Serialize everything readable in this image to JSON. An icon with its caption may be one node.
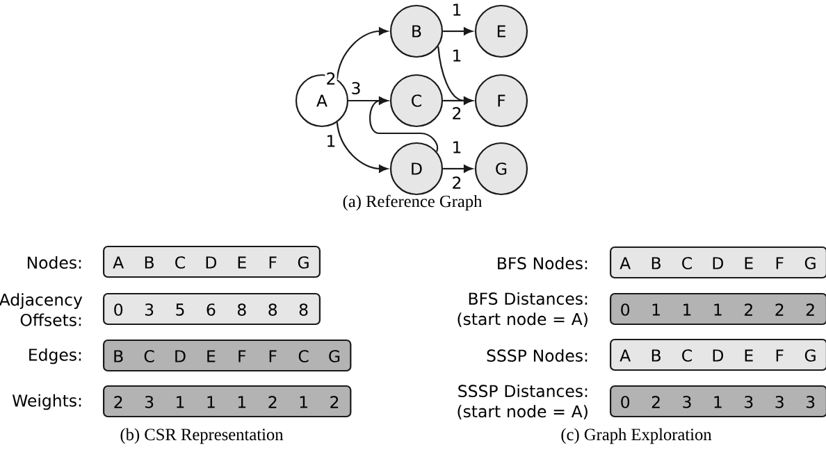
{
  "diagram": {
    "nodes": [
      {
        "text": [
          "A"
        ]
      },
      {
        "text": [
          "B"
        ]
      },
      {
        "text": [
          "C"
        ]
      },
      {
        "text": [
          "D"
        ]
      },
      {
        "text": [
          "E"
        ]
      },
      {
        "text": [
          "F"
        ]
      },
      {
        "text": [
          "G"
        ]
      },
      {
        "text": [
          "A",
          "B",
          "C",
          "D",
          "E",
          "F",
          "G"
        ],
        "beside": [
          "Nodes:"
        ]
      },
      {
        "text": [
          "0",
          "3",
          "5",
          "6",
          "8",
          "8",
          "8"
        ],
        "beside": [
          "Adjacency Offsets:"
        ]
      },
      {
        "text": [
          "B",
          "C",
          "D",
          "E",
          "F",
          "F",
          "C",
          "G"
        ],
        "beside": [
          "Edges:"
        ]
      },
      {
        "text": [
          "2",
          "3",
          "1",
          "1",
          "1",
          "2",
          "1",
          "2"
        ],
        "beside": [
          "Weights:"
        ]
      },
      {
        "text": [
          "A",
          "B",
          "C",
          "D",
          "E",
          "F",
          "G"
        ],
        "beside": [
          "BFS Nodes:"
        ]
      },
      {
        "text": [
          "0",
          "1",
          "1",
          "1",
          "2",
          "2",
          "2"
        ],
        "beside": [
          "BFS Distances: (start node = A)"
        ]
      },
      {
        "text": [
          "A",
          "B",
          "C",
          "D",
          "E",
          "F",
          "G"
        ],
        "beside": [
          "SSSP Nodes:"
        ]
      },
      {
        "text": [
          "0",
          "2",
          "3",
          "1",
          "3",
          "3",
          "3"
        ],
        "beside": [
          "SSSP Distances: (start node = A)"
        ]
      }
    ],
    "edges": [
      {
        "from": 0,
        "to": 1,
        "arrow": "to",
        "label": "2"
      },
      {
        "from": 0,
        "to": 2,
        "arrow": "to",
        "label": "3"
      },
      {
        "from": 0,
        "to": 3,
        "arrow": "to",
        "label": "1"
      },
      {
        "from": 1,
        "to": 4,
        "arrow": "to",
        "label": "1"
      },
      {
        "from": 1,
        "to": 5,
        "arrow": "to",
        "label": "1"
      },
      {
        "from": 2,
        "to": 5,
        "arrow": "to",
        "label": "2"
      },
      {
        "from": 3,
        "to": 2,
        "arrow": "to",
        "label": "1"
      },
      {
        "from": 3,
        "to": 6,
        "arrow": "to",
        "label": "2"
      }
    ],
    "labels": [
      "(a) Reference Graph",
      "(b) CSR Representation",
      "(c) Graph Exploration"
    ]
  }
}
